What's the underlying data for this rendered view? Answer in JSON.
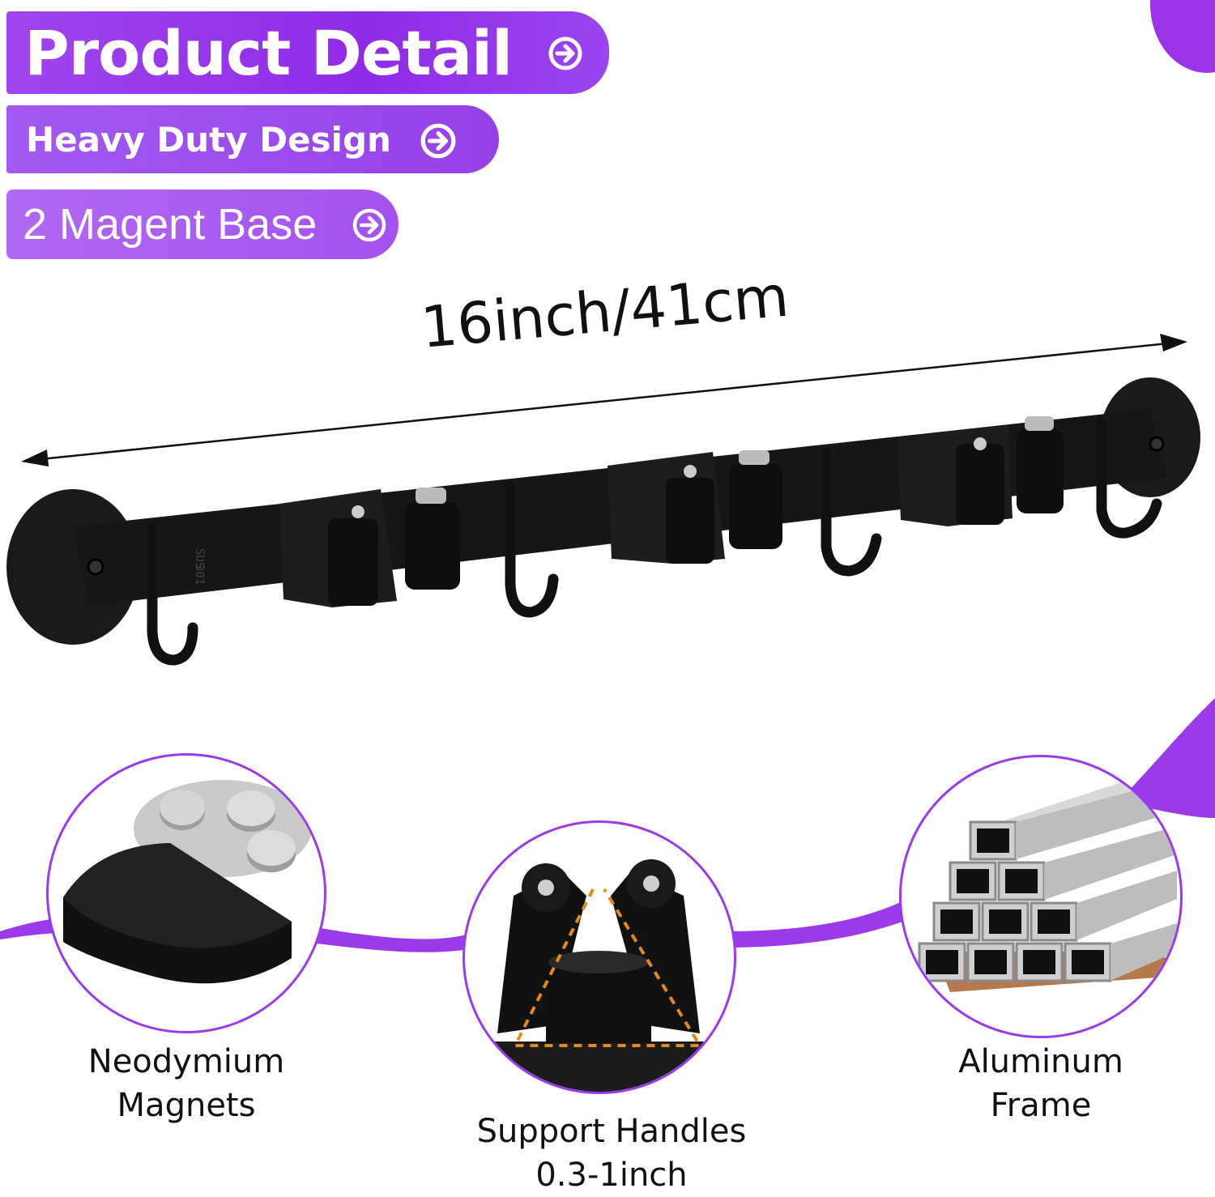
{
  "headings": {
    "product_detail": "Product Detail",
    "heavy_duty": "Heavy Duty Design",
    "magnet_base": "2 Magent Base"
  },
  "dimension": "16inch/41cm",
  "rack": {
    "stamp_line1": "SUS",
    "stamp_line2": "301"
  },
  "features": [
    {
      "line1": "Neodymium",
      "line2": "Magnets"
    },
    {
      "line1": "Support Handles",
      "line2": "0.3-1inch"
    },
    {
      "line1": "Aluminum",
      "line2": "Frame"
    }
  ],
  "colors": {
    "brand_purple": "#9a3aea",
    "text": "#111111",
    "rack_black": "#151515",
    "dashed_orange": "#e08a1e"
  },
  "icons": [
    "arrow-right-circle-icon"
  ]
}
